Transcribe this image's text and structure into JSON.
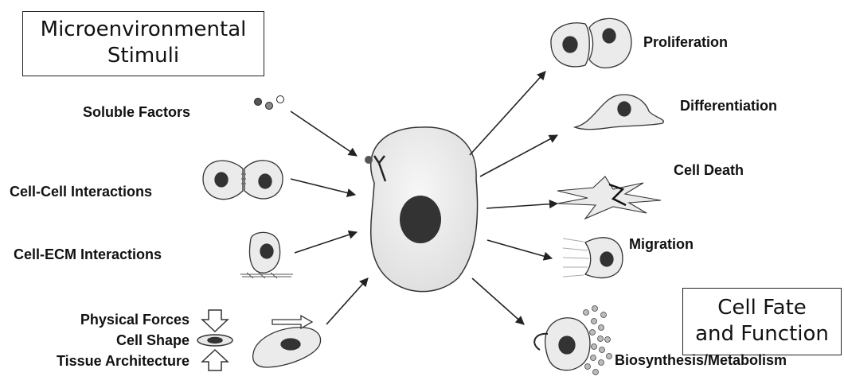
{
  "stimuli_box": {
    "line1": "Microenvironmental",
    "line2": "Stimuli"
  },
  "fate_box": {
    "line1": "Cell Fate",
    "line2": "and Function"
  },
  "inputs": {
    "soluble": "Soluble Factors",
    "cell_cell": "Cell-Cell Interactions",
    "cell_ecm": "Cell-ECM Interactions",
    "physical": "Physical Forces",
    "shape": "Cell Shape",
    "architecture": "Tissue Architecture"
  },
  "outputs": {
    "proliferation": "Proliferation",
    "differentiation": "Differentiation",
    "death": "Cell Death",
    "migration": "Migration",
    "biosynthesis": "Biosynthesis/Metabolism"
  },
  "colors": {
    "cell_fill": "#ececec",
    "nucleus": "#333333",
    "stroke": "#333333"
  }
}
